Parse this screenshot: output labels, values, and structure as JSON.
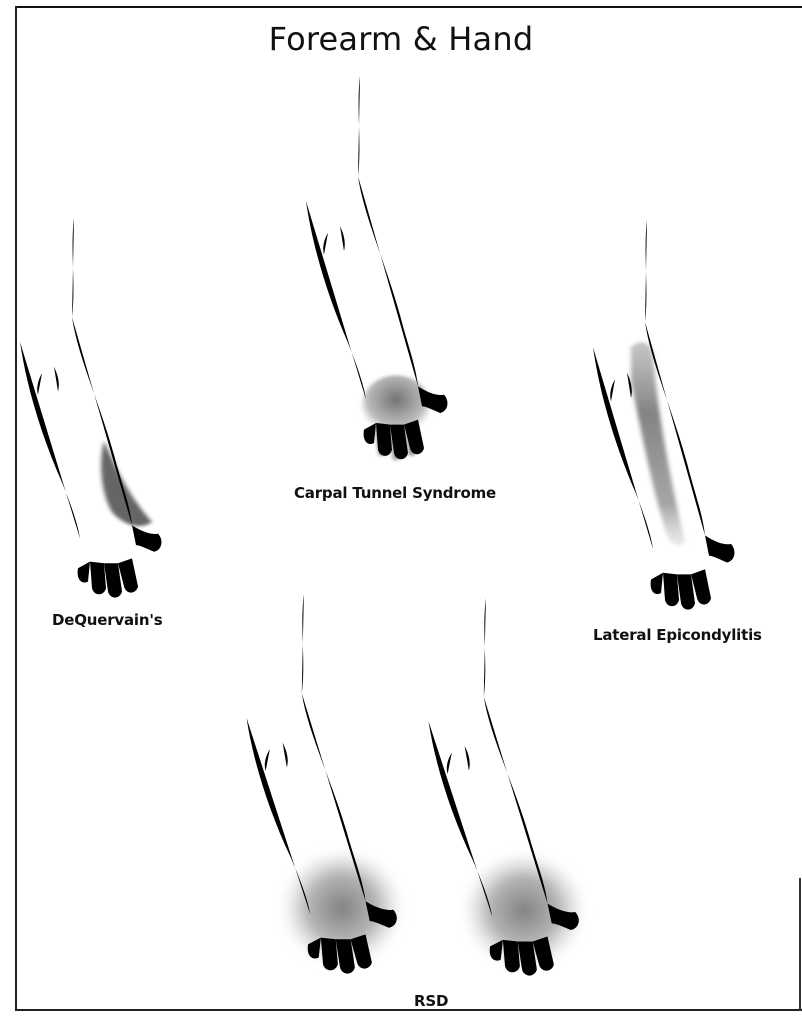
{
  "title": "Forearm & Hand",
  "conditions": [
    {
      "id": "dequervain",
      "label": "DeQuervain's"
    },
    {
      "id": "carpal-tunnel",
      "label": "Carpal Tunnel Syndrome"
    },
    {
      "id": "lateral-epicondylitis",
      "label": "Lateral Epicondylitis"
    },
    {
      "id": "rsd",
      "label": "RSD"
    }
  ],
  "colors": {
    "pain_dark": "#5a5a5a",
    "pain_mid": "#8a8a8a",
    "pain_light": "#b8b8b8",
    "outline": "#1a1a1a"
  }
}
